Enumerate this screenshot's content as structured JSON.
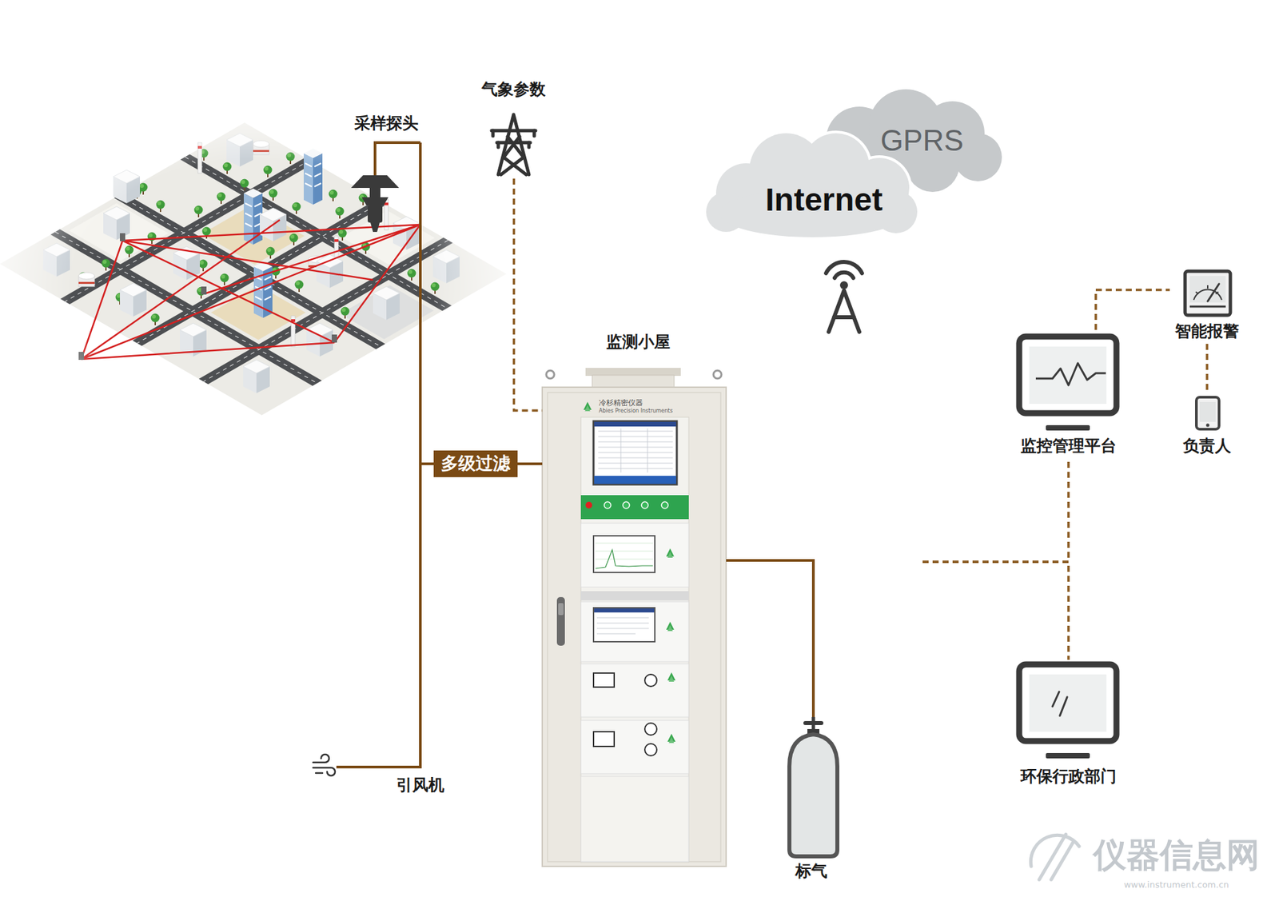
{
  "diagram": {
    "nodes": [
      {
        "text": [
          "采样探头"
        ]
      },
      {
        "text": [
          "气象参数"
        ]
      },
      {
        "text": [
          "GPRS",
          "Internet"
        ]
      },
      {
        "text": [
          "监测小屋"
        ]
      },
      {
        "text": [
          "多级过滤"
        ]
      },
      {
        "text": [
          "冷杉精密仪器",
          "Abies Precision Instruments"
        ],
        "in": 3
      },
      {
        "text": [
          "智能报警"
        ]
      },
      {
        "text": [
          "监控管理平台"
        ]
      },
      {
        "text": [
          "负责人"
        ]
      },
      {
        "text": [
          "标气"
        ],
        "in": 3
      },
      {
        "text": [
          "引风机"
        ]
      },
      {
        "text": [
          "环保行政部门"
        ]
      }
    ],
    "edges": [
      {
        "from": 0,
        "to": 4,
        "arrow": "none"
      },
      {
        "from": 4,
        "to": 5,
        "arrow": "none"
      },
      {
        "from": 10,
        "to": 0,
        "arrow": "none"
      },
      {
        "from": 1,
        "to": 5,
        "arrow": "none"
      },
      {
        "from": 5,
        "to": 9,
        "arrow": "none"
      },
      {
        "from": 3,
        "to": 7,
        "arrow": "none"
      },
      {
        "from": 3,
        "to": 11,
        "arrow": "none"
      },
      {
        "from": 7,
        "to": 6,
        "arrow": "none"
      },
      {
        "from": 6,
        "to": 8,
        "arrow": "none"
      }
    ],
    "labels": [
      "仪器信息网",
      "www.instrument.com.cn"
    ]
  }
}
